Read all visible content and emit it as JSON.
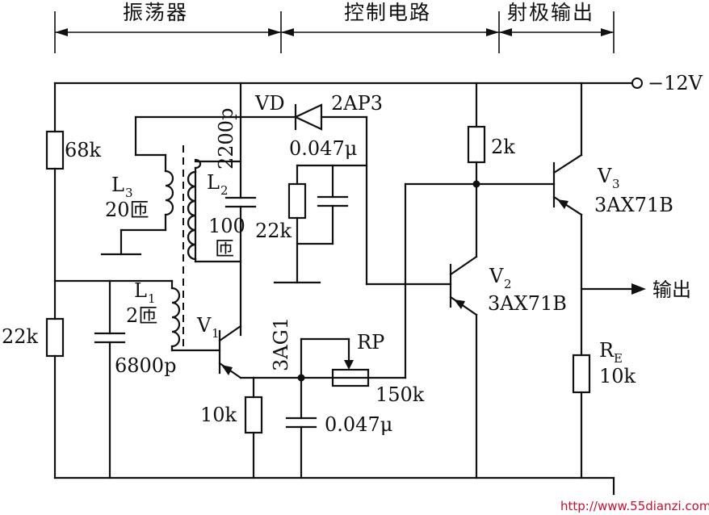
{
  "sections": {
    "oscillator": "振荡器",
    "control": "控制电路",
    "emitter_out": "射极输出"
  },
  "supply": "−12V",
  "output_label": "输出",
  "components": {
    "r_68k": "68k",
    "r_22k_left": "22k",
    "c_6800p": "6800p",
    "l1": {
      "letter": "L",
      "sub": "1",
      "turns": "2匝"
    },
    "l2": {
      "letter": "L",
      "sub": "2",
      "turns_num": "100",
      "turns_unit": "匝"
    },
    "l3": {
      "letter": "L",
      "sub": "3",
      "turns": "20匝"
    },
    "c_2200p": "2200p",
    "vd": "VD",
    "vd_model": "2AP3",
    "c_0047_top": "0.047μ",
    "r_22k_mid": "22k",
    "v1": {
      "letter": "V",
      "sub": "1",
      "model": "3AG1"
    },
    "r_10k": "10k",
    "c_0047_bottom": "0.047μ",
    "rp": "RP",
    "rp_value": "150k",
    "r_2k": "2k",
    "v2": {
      "letter": "V",
      "sub": "2",
      "model": "3AX71B"
    },
    "v3": {
      "letter": "V",
      "sub": "3",
      "model": "3AX71B"
    },
    "re": {
      "letter": "R",
      "sub": "E",
      "value": "10k"
    }
  },
  "watermark": "http://www.55dianzi.com"
}
